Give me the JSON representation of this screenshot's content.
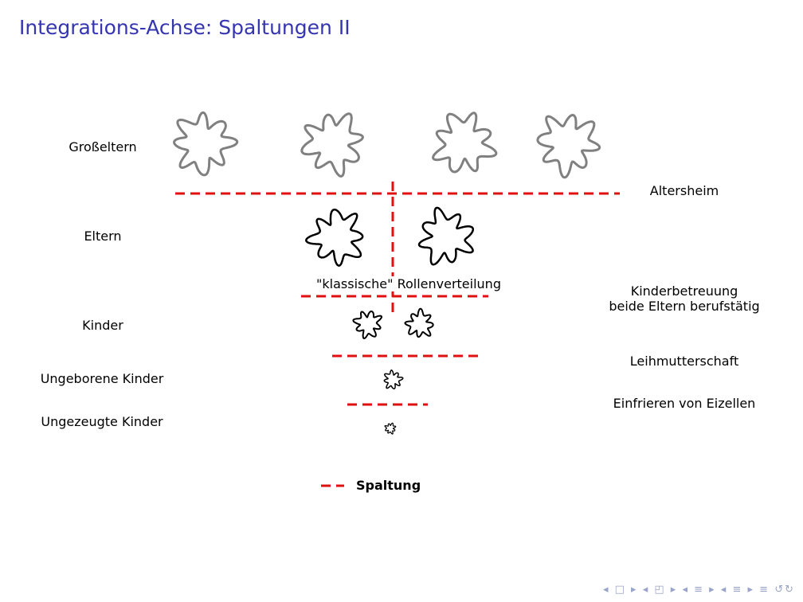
{
  "title": "Integrations-Achse: Spaltungen II",
  "left_labels": [
    "Großeltern",
    "Eltern",
    "Kinder",
    "Ungeborene Kinder",
    "Ungezeugte Kinder"
  ],
  "right_labels": {
    "altersheim": "Altersheim",
    "kinderbetreuung_1": "Kinderbetreuung",
    "kinderbetreuung_2": "beide Eltern berufstätig",
    "leihmutterschaft": "Leihmutterschaft",
    "einfrieren": "Einfrieren von Eizellen"
  },
  "center_label": "\"klassische\" Rollenverteilung",
  "legend": {
    "label": "Spaltung",
    "color": "#e01010"
  },
  "colors": {
    "title": "#3535b0",
    "grandparents": "#808080",
    "others": "#000000",
    "split": "#e01010"
  },
  "nav_icons": [
    "◂ □ ▸",
    "◂ ◰ ▸",
    "◂ ≡ ▸",
    "◂ ≡ ▸",
    "≡",
    "↺↻"
  ]
}
